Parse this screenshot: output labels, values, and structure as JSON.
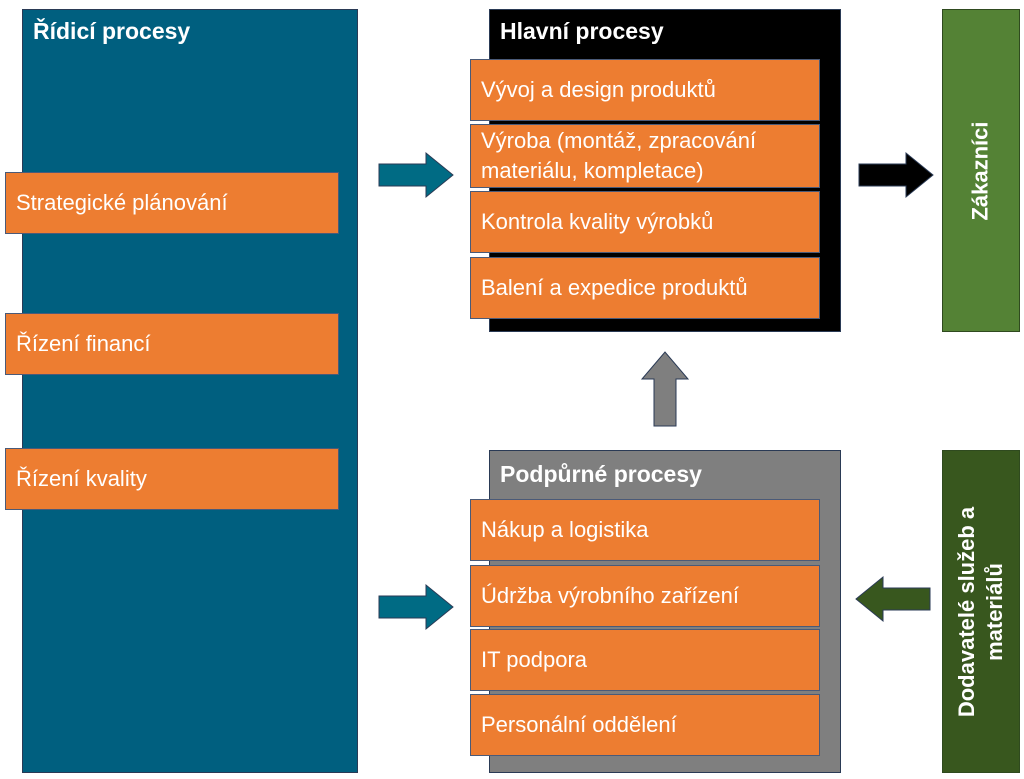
{
  "colors": {
    "ridici": "#005f7f",
    "hlavni": "#000000",
    "podpurne": "#7f7f7f",
    "box": "#ed7d31",
    "zakaznici": "#548235",
    "dodavatele": "#38571e",
    "arrow_blue": "#006b84",
    "arrow_black": "#000000",
    "arrow_gray": "#7f7f7f",
    "arrow_green": "#38571e"
  },
  "ridici": {
    "title": "Řídicí procesy",
    "items": [
      "Strategické plánování",
      "Řízení financí",
      "Řízení kvality"
    ]
  },
  "hlavni": {
    "title": "Hlavní procesy",
    "items": [
      "Vývoj a design produktů",
      "Výroba (montáž, zpracování materiálu, kompletace)",
      "Kontrola kvality výrobků",
      "Balení a expedice produktů"
    ]
  },
  "podpurne": {
    "title": "Podpůrné procesy",
    "items": [
      "Nákup a logistika",
      "Údržba výrobního zařízení",
      "IT podpora",
      "Personální oddělení"
    ]
  },
  "zakaznici": {
    "label": "Zákazníci"
  },
  "dodavatele": {
    "label_line1": "Dodavatelé služeb a",
    "label_line2": "materiálů"
  }
}
